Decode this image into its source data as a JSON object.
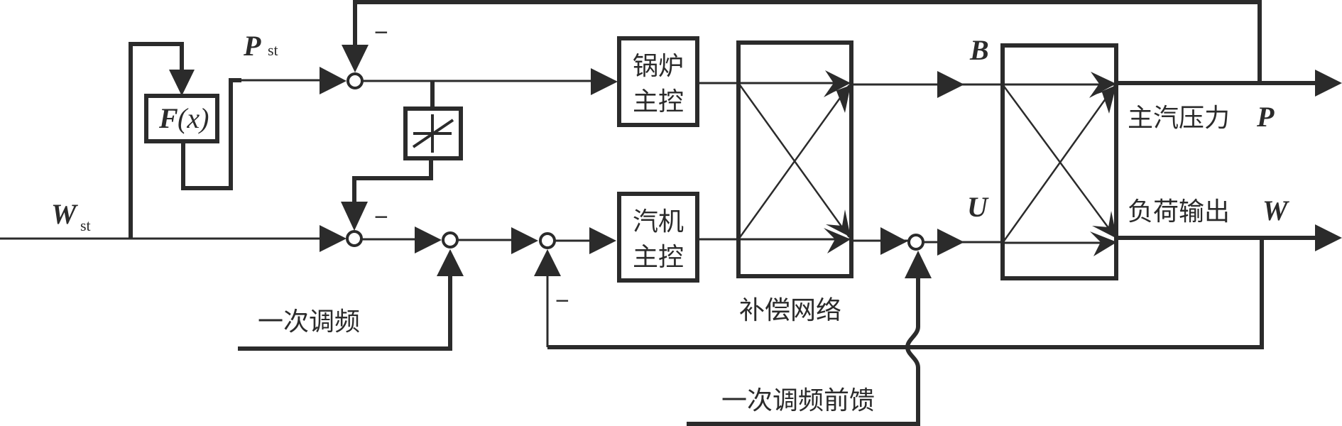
{
  "diagram": {
    "title": "",
    "inputs": {
      "load_setpoint": {
        "symbol": "W",
        "subscript": "st"
      },
      "pressure_setpoint": {
        "symbol": "P",
        "subscript": "st"
      },
      "primary_freq": "一次调频",
      "primary_freq_ff": "一次调频前馈"
    },
    "blocks": {
      "fx": {
        "main": "F",
        "arg": "(x)"
      },
      "deadband": {
        "name": "deadband"
      },
      "boiler": {
        "line1": "锅炉",
        "line2": "主控"
      },
      "turbine": {
        "line1": "汽机",
        "line2": "主控"
      },
      "compensation": {
        "label": "补偿网络"
      },
      "plant": {
        "name": "plant"
      }
    },
    "signals": {
      "B": "B",
      "U": "U"
    },
    "outputs": {
      "pressure": {
        "label": "主汽压力",
        "symbol": "P"
      },
      "load": {
        "label": "负荷输出",
        "symbol": "W"
      }
    },
    "signs": {
      "top_sum_minus": "−",
      "low_sum_minus": "−",
      "feedback_minus": "−"
    }
  }
}
